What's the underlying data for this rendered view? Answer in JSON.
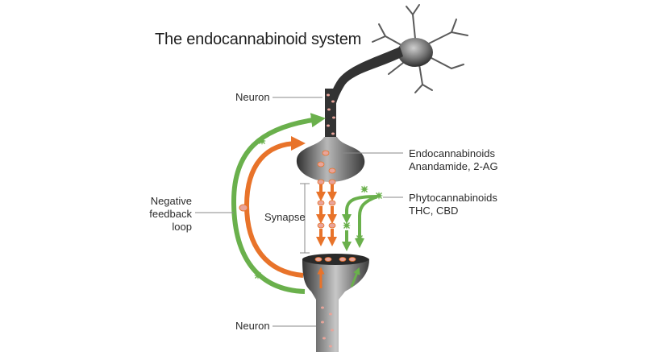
{
  "diagram": {
    "title": "The endocannabinoid system",
    "labels": {
      "neuron_top": "Neuron",
      "neuron_bottom": "Neuron",
      "endocannabinoids_line1": "Endocannabinoids",
      "endocannabinoids_line2": "Anandamide, 2-AG",
      "phytocannabinoids_line1": "Phytocannabinoids",
      "phytocannabinoids_line2": "THC, CBD",
      "negative_feedback_line1": "Negative",
      "negative_feedback_line2": "feedback",
      "negative_feedback_line3": "loop",
      "synapse": "Synapse"
    },
    "colors": {
      "green": "#6ab04c",
      "orange": "#e8732a",
      "neuron": "#4a4a4a",
      "vesicle": "#e8a49a",
      "leader_line": "#8a8a8a"
    },
    "icons": [
      "neuron-cell-icon",
      "cannabis-leaf-icon",
      "vesicle-icon"
    ]
  }
}
